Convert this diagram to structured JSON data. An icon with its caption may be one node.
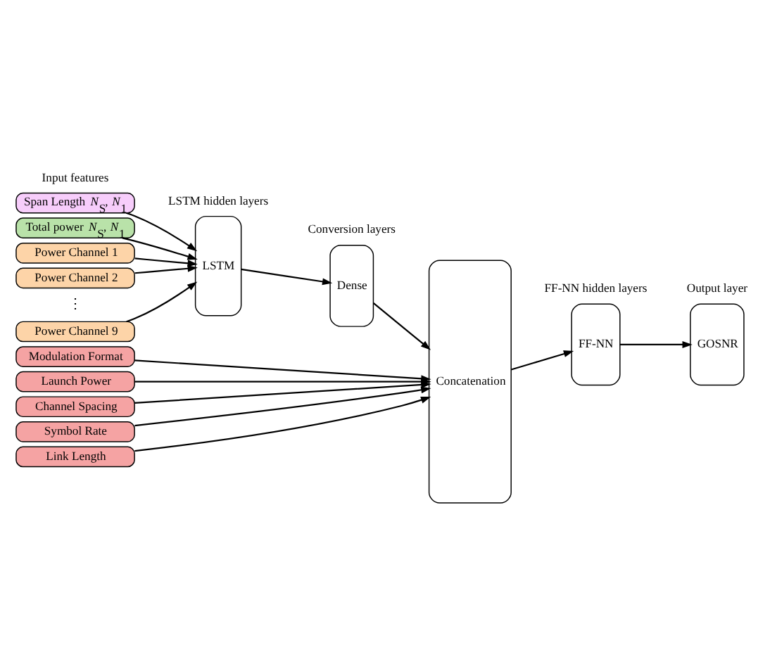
{
  "diagram": {
    "nodes": [
      {
        "text": [
          "Span Length  *N*$_{S}$, *N*$_{1}$"
        ]
      },
      {
        "text": [
          "Total power  *N*$_{S}$, *N*$_{1}$"
        ]
      },
      {
        "text": [
          "Power Channel 1"
        ]
      },
      {
        "text": [
          "Power Channel 2"
        ]
      },
      {
        "text": [
          "Power Channel 9"
        ]
      },
      {
        "text": [
          "Modulation Format"
        ]
      },
      {
        "text": [
          "Launch Power"
        ]
      },
      {
        "text": [
          "Channel Spacing"
        ]
      },
      {
        "text": [
          "Symbol Rate"
        ]
      },
      {
        "text": [
          "Link Length"
        ]
      },
      {
        "text": [
          "LSTM"
        ]
      },
      {
        "text": [
          "Dense"
        ]
      },
      {
        "text": [
          "Concatenation"
        ]
      },
      {
        "text": [
          "FF-NN"
        ]
      },
      {
        "text": [
          "GOSNR"
        ]
      }
    ],
    "edges": [
      {
        "from": 0,
        "to": 10,
        "arrow": "to"
      },
      {
        "from": 1,
        "to": 10,
        "arrow": "to"
      },
      {
        "from": 2,
        "to": 10,
        "arrow": "to"
      },
      {
        "from": 3,
        "to": 10,
        "arrow": "to"
      },
      {
        "from": 4,
        "to": 10,
        "arrow": "to"
      },
      {
        "from": 10,
        "to": 11,
        "arrow": "to"
      },
      {
        "from": 11,
        "to": 12,
        "arrow": "to"
      },
      {
        "from": 5,
        "to": 12,
        "arrow": "to"
      },
      {
        "from": 6,
        "to": 12,
        "arrow": "to"
      },
      {
        "from": 7,
        "to": 12,
        "arrow": "to"
      },
      {
        "from": 8,
        "to": 12,
        "arrow": "to"
      },
      {
        "from": 9,
        "to": 12,
        "arrow": "to"
      },
      {
        "from": 12,
        "to": 13,
        "arrow": "to"
      },
      {
        "from": 13,
        "to": 14,
        "arrow": "to"
      }
    ],
    "labels": [
      "Input features",
      "LSTM hidden layers",
      "Conversion layers",
      "FF-NN hidden layers",
      "Output layer",
      "⋮"
    ]
  }
}
